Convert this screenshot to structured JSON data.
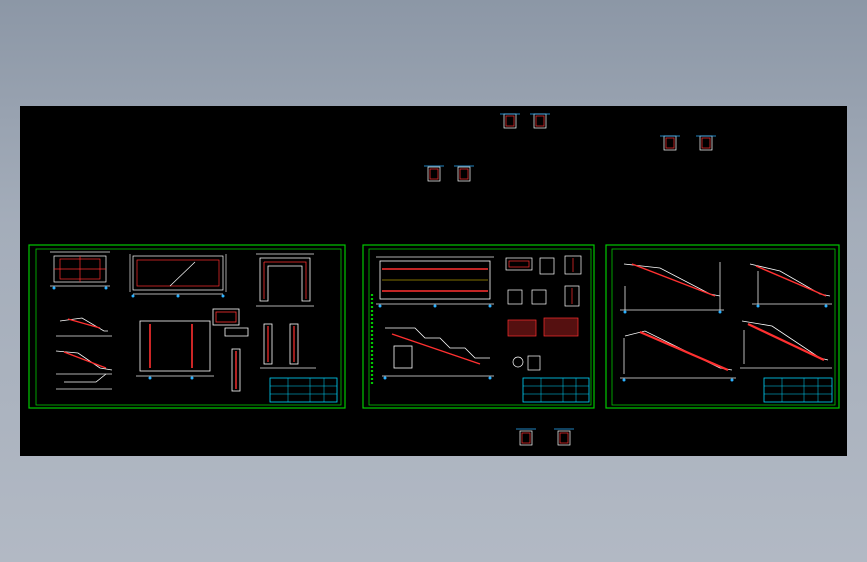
{
  "viewer": {
    "background": "#8c97a6",
    "canvas_background": "#000000"
  },
  "drawing": {
    "frame_color": "#00c800",
    "colors": {
      "frame": "#00c800",
      "dimension": "#e8e8e8",
      "rebar": "#ff2020",
      "concrete": "#ff3030",
      "detail": "#ffffff",
      "title_block": "#00d8ff",
      "node": "#2ab0ff",
      "text": "#ffffff"
    },
    "sheets": [
      {
        "id": "sheet-1"
      },
      {
        "id": "sheet-2"
      },
      {
        "id": "sheet-3"
      }
    ],
    "detail_clusters": [
      {
        "id": "cluster-top-center"
      },
      {
        "id": "cluster-top-right"
      },
      {
        "id": "cluster-upper-left"
      },
      {
        "id": "cluster-bottom-center"
      }
    ]
  }
}
